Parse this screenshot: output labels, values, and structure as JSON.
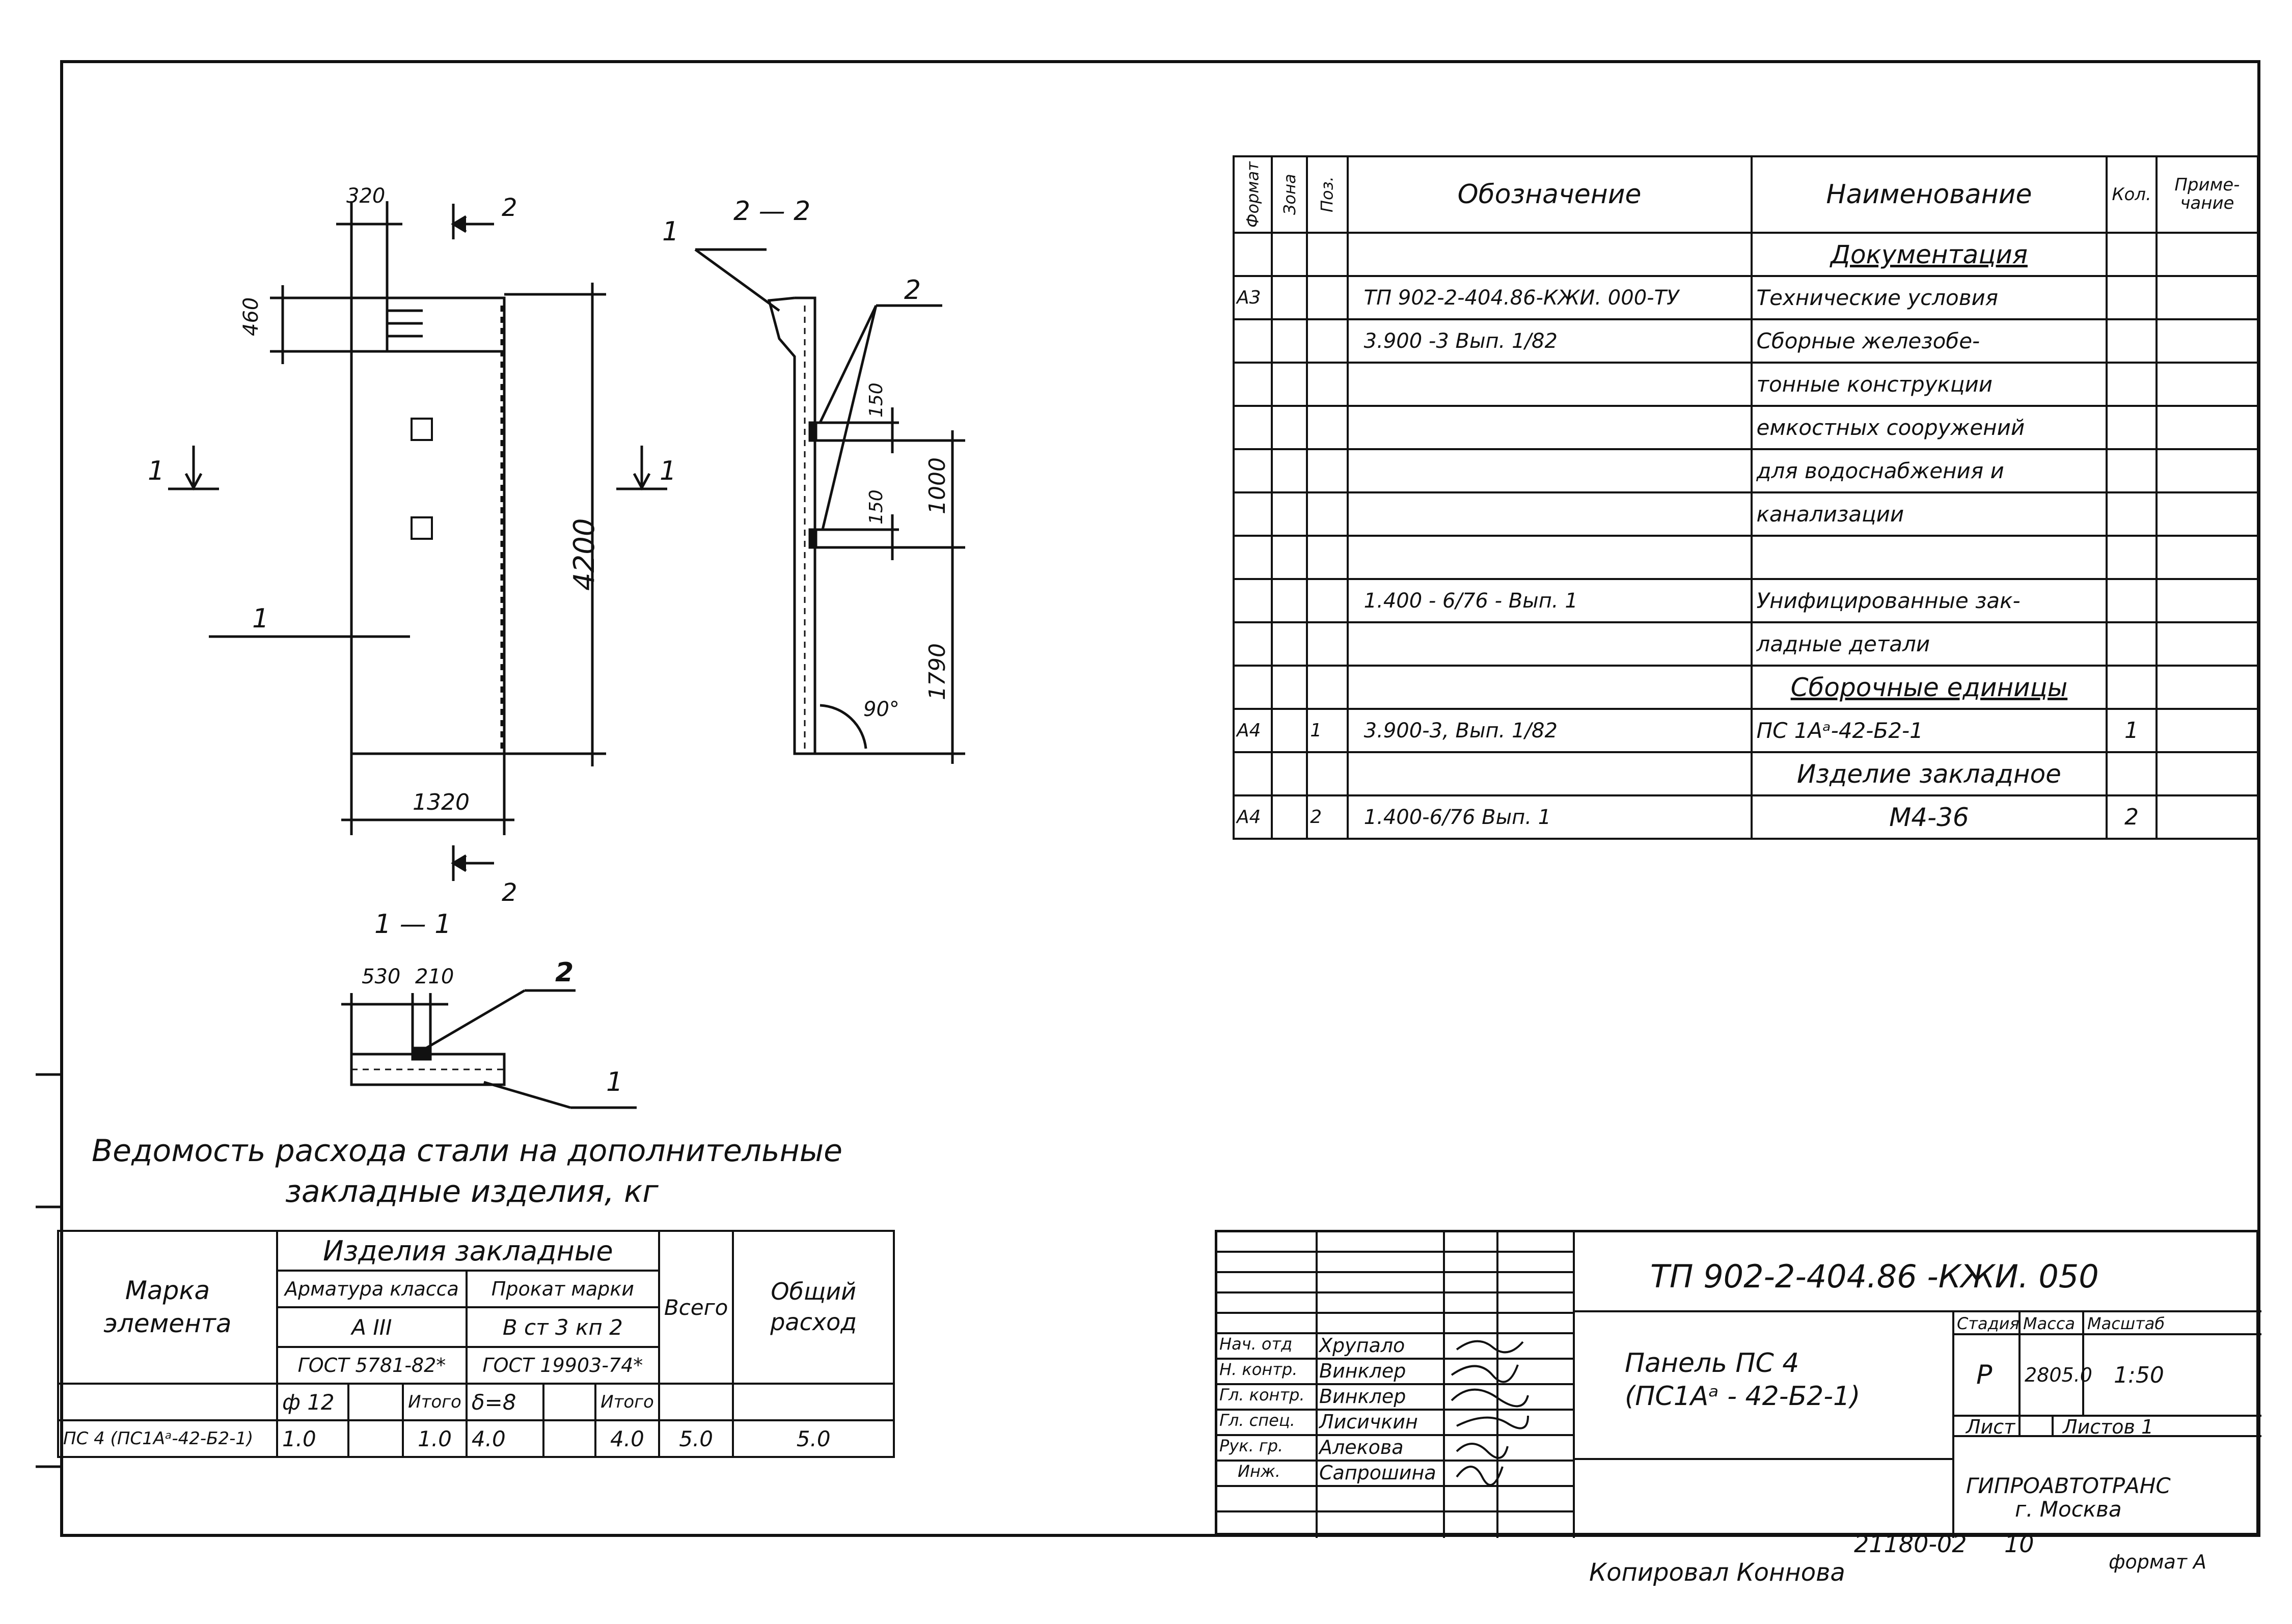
{
  "dims": {
    "d320": "320",
    "d460": "460",
    "d4200": "4200",
    "d1320": "1320",
    "d150a": "150",
    "d150b": "150",
    "d1000": "1000",
    "d1790": "1790",
    "angle": "90°",
    "d530": "530",
    "d210": "210"
  },
  "labels": {
    "section22": "2 — 2",
    "section11": "1 — 1",
    "cut2": "2",
    "cut1": "1",
    "pos1": "1",
    "pos2": "2"
  },
  "spec": {
    "headers": [
      "Формат",
      "Зона",
      "Поз.",
      "Обозначение",
      "Наименование",
      "Кол.",
      "Приме-\nчание"
    ],
    "rows": [
      {
        "fmt": "",
        "zone": "",
        "pos": "",
        "code": "",
        "name": "Документация",
        "qty": "",
        "note": "",
        "style": "ul-center"
      },
      {
        "fmt": "А3",
        "zone": "",
        "pos": "",
        "code": "ТП 902-2-404.86-КЖИ. 000-ТУ",
        "name": "Технические условия",
        "qty": "",
        "note": ""
      },
      {
        "fmt": "",
        "zone": "",
        "pos": "",
        "code": "3.900 -3 Вып. 1/82",
        "name": "Сборные железобе-",
        "qty": "",
        "note": ""
      },
      {
        "fmt": "",
        "zone": "",
        "pos": "",
        "code": "",
        "name": "тонные конструкции",
        "qty": "",
        "note": ""
      },
      {
        "fmt": "",
        "zone": "",
        "pos": "",
        "code": "",
        "name": "емкостных сооружений",
        "qty": "",
        "note": ""
      },
      {
        "fmt": "",
        "zone": "",
        "pos": "",
        "code": "",
        "name": "для водоснабжения и",
        "qty": "",
        "note": ""
      },
      {
        "fmt": "",
        "zone": "",
        "pos": "",
        "code": "",
        "name": "канализации",
        "qty": "",
        "note": ""
      },
      {
        "fmt": "",
        "zone": "",
        "pos": "",
        "code": "",
        "name": "",
        "qty": "",
        "note": ""
      },
      {
        "fmt": "",
        "zone": "",
        "pos": "",
        "code": "1.400 - 6/76 - Вып. 1",
        "name": "Унифицированные зак-",
        "qty": "",
        "note": ""
      },
      {
        "fmt": "",
        "zone": "",
        "pos": "",
        "code": "",
        "name": "ладные детали",
        "qty": "",
        "note": ""
      },
      {
        "fmt": "",
        "zone": "",
        "pos": "",
        "code": "",
        "name": "Сборочные единицы",
        "qty": "",
        "note": "",
        "style": "ul-center"
      },
      {
        "fmt": "А4",
        "zone": "",
        "pos": "1",
        "code": "3.900-3, Вып. 1/82",
        "name": "ПС 1Аᵃ-42-Б2-1",
        "qty": "1",
        "note": ""
      },
      {
        "fmt": "",
        "zone": "",
        "pos": "",
        "code": "",
        "name": "Изделие закладное",
        "qty": "",
        "note": "",
        "style": "center"
      },
      {
        "fmt": "А4",
        "zone": "",
        "pos": "2",
        "code": "1.400-6/76 Вып. 1",
        "name": "М4-36",
        "qty": "2",
        "note": "",
        "style": "center"
      }
    ]
  },
  "steel": {
    "title1": "Ведомость расхода стали на дополнительные",
    "title2": "закладные изделия, кг",
    "h_mark": "Марка\nэлемента",
    "h_items": "Изделия закладные",
    "h_arm": "Арматура класса",
    "h_prok": "Прокат марки",
    "h_total": "Всего",
    "h_common": "Общий\nрасход",
    "arm_class": "А III",
    "prok_mark": "В ст 3 кп 2",
    "arm_gost": "ГОСТ 5781-82*",
    "prok_gost": "ГОСТ 19903-74*",
    "sub": [
      "ф 12",
      "",
      "Итого",
      "δ=8",
      "",
      "Итого"
    ],
    "row": {
      "mark": "ПС 4 (ПС1Аᵃ-42-Б2-1)",
      "vals": [
        "1.0",
        "",
        "1.0",
        "4.0",
        "",
        "4.0"
      ],
      "total": "5.0",
      "common": "5.0"
    }
  },
  "stamp": {
    "code": "ТП 902-2-404.86   -КЖИ. 050",
    "title": "Панель ПС 4\n(ПС1Аᵃ - 42-Б2-1)",
    "roles": [
      "Нач. отд",
      "Н. контр.",
      "Гл. контр.",
      "Гл. спец.",
      "Рук. гр.",
      "Инж."
    ],
    "names": [
      "Хрупало",
      "Винклер",
      "Винклер",
      "Лисичкин",
      "Алекова",
      "Сапрошина"
    ],
    "h_stage": "Стадия",
    "h_mass": "Масса",
    "h_scale": "Масштаб",
    "stage": "Р",
    "mass": "2805.0",
    "scale": "1:50",
    "sheet": "Лист",
    "sheets": "Листов 1",
    "org": "ГИПРОАВТОТРАНС\nг. Москва"
  },
  "footer": {
    "copied": "Копировал Коннова",
    "num": "21180-02",
    "sheetnum": "10",
    "format": "формат А"
  }
}
